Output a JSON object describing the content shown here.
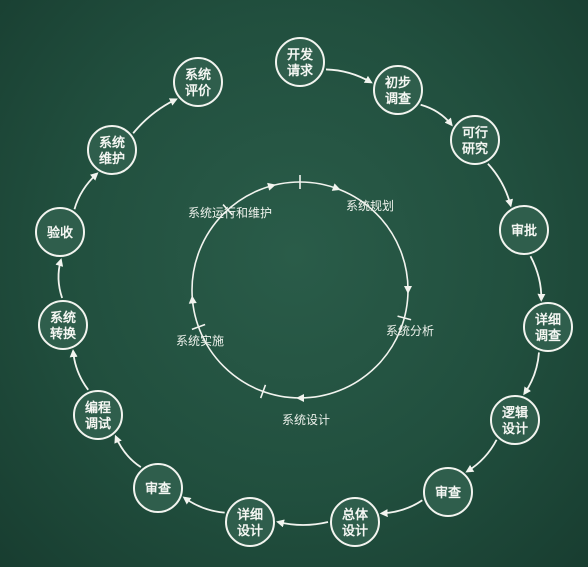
{
  "outer_cycle": [
    {
      "lines": [
        "开发",
        "请求"
      ]
    },
    {
      "lines": [
        "初步",
        "调查"
      ]
    },
    {
      "lines": [
        "可行",
        "研究"
      ]
    },
    {
      "lines": [
        "审批"
      ]
    },
    {
      "lines": [
        "详细",
        "调查"
      ]
    },
    {
      "lines": [
        "逻辑",
        "设计"
      ]
    },
    {
      "lines": [
        "审查"
      ]
    },
    {
      "lines": [
        "总体",
        "设计"
      ]
    },
    {
      "lines": [
        "详细",
        "设计"
      ]
    },
    {
      "lines": [
        "审查"
      ]
    },
    {
      "lines": [
        "编程",
        "调试"
      ]
    },
    {
      "lines": [
        "系统",
        "转换"
      ]
    },
    {
      "lines": [
        "验收"
      ]
    },
    {
      "lines": [
        "系统",
        "维护"
      ]
    },
    {
      "lines": [
        "系统",
        "评价"
      ]
    }
  ],
  "inner_cycle": [
    {
      "label": "系统规划"
    },
    {
      "label": "系统分析"
    },
    {
      "label": "系统设计"
    },
    {
      "label": "系统实施"
    },
    {
      "label": "系统运行和维护"
    }
  ],
  "colors": {
    "board": "#214f3e",
    "chalk": "#f2f4ef",
    "node_fill": "#2f5e4c"
  }
}
